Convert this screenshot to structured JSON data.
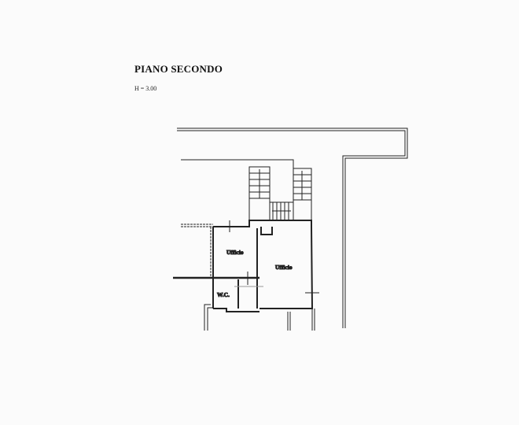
{
  "plan": {
    "title": "PIANO SECONDO",
    "height_label": "H = 3.00",
    "rooms": [
      {
        "name": "Ufficio"
      },
      {
        "name": "Ufficio"
      },
      {
        "name": "W.C."
      }
    ]
  },
  "colors": {
    "line": "#222222",
    "paper": "#fbfbfb"
  }
}
